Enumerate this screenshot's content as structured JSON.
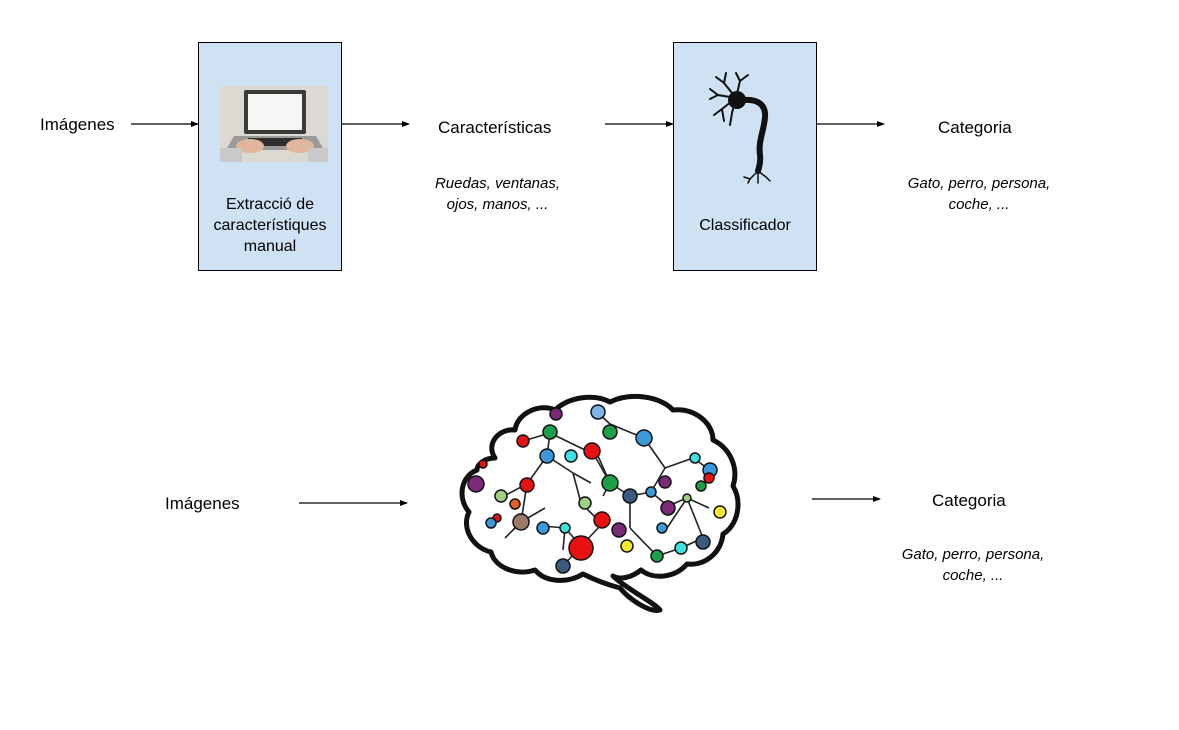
{
  "pipeline_traditional": {
    "input_label": "Imágenes",
    "extractor": {
      "label_lines": [
        "Extracció de",
        "característiques",
        "manual"
      ],
      "icon": "laptop-typing-photo"
    },
    "features": {
      "label": "Características",
      "examples_lines": [
        "Ruedas, ventanas,",
        "ojos, manos, ..."
      ]
    },
    "classifier": {
      "label": "Classificador",
      "icon": "neuron-icon"
    },
    "output": {
      "label": "Categoria",
      "examples_lines": [
        "Gato, perro, persona,",
        "coche, ..."
      ]
    }
  },
  "pipeline_deep": {
    "input_label": "Imágenes",
    "model": {
      "icon": "brain-network-icon"
    },
    "output": {
      "label": "Categoria",
      "examples_lines": [
        "Gato, perro, persona,",
        "coche, ..."
      ]
    }
  },
  "colors": {
    "box_fill": "#cfe2f3",
    "box_border": "#000000"
  }
}
